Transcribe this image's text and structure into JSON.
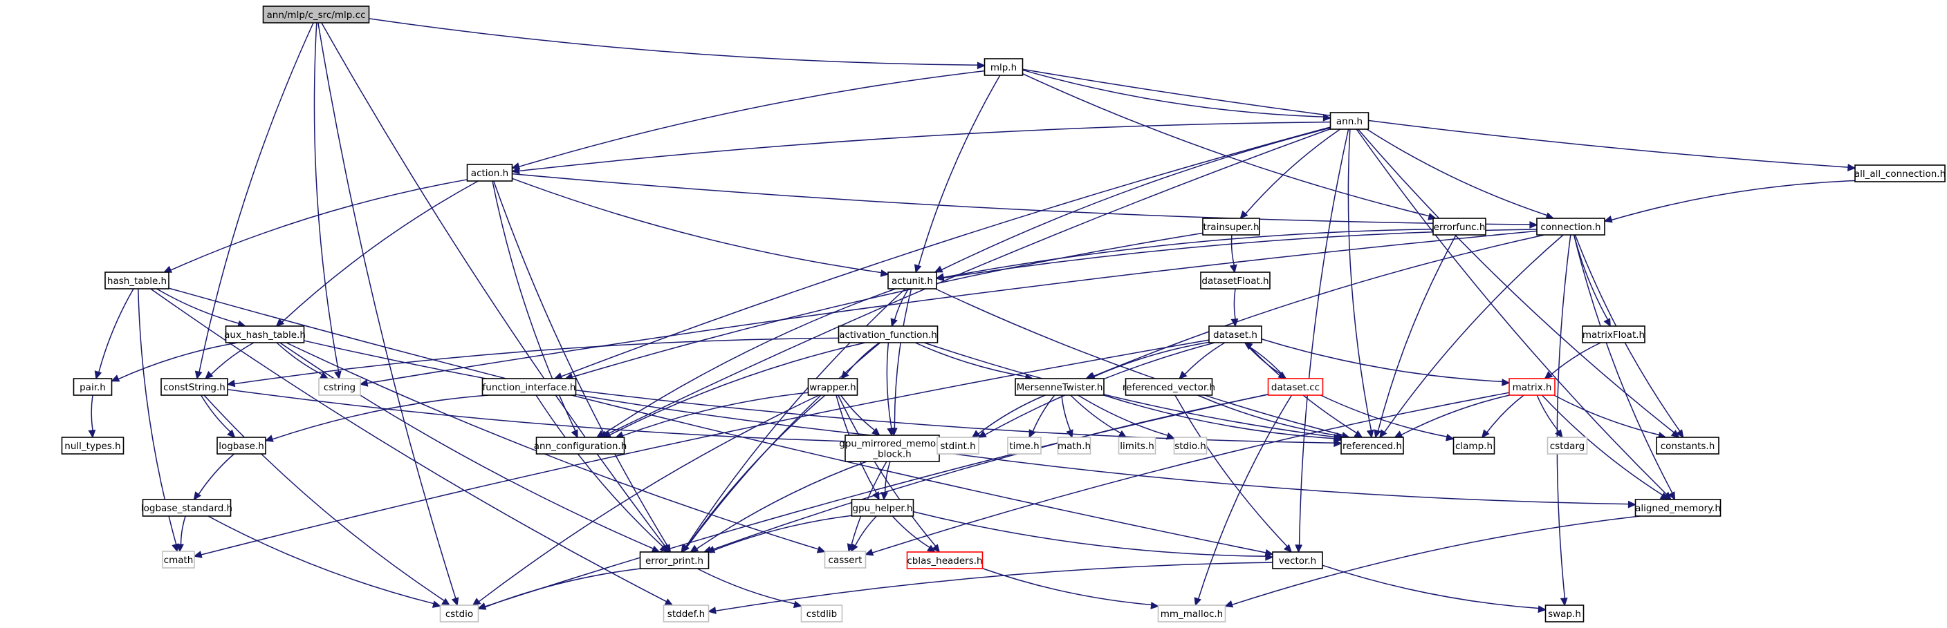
{
  "colors": {
    "edge": "#191970",
    "root_fill": "#bfbfbf",
    "node_fill": "#ffffff",
    "node_border": "#000000",
    "red_border": "#ff0000",
    "system_border": "#bfbfbf",
    "text": "#000000"
  },
  "nodes": [
    {
      "id": "mlp_cc",
      "label": "ann/mlp/c_src/mlp.cc",
      "style": "root"
    },
    {
      "id": "mlp_h",
      "label": "mlp.h",
      "style": "normal"
    },
    {
      "id": "ann_h",
      "label": "ann.h",
      "style": "normal"
    },
    {
      "id": "action_h",
      "label": "action.h",
      "style": "normal"
    },
    {
      "id": "all_all",
      "label": "all_all_connection.h",
      "style": "normal"
    },
    {
      "id": "trainsuper",
      "label": "trainsuper.h",
      "style": "normal"
    },
    {
      "id": "errorfunc",
      "label": "errorfunc.h",
      "style": "normal"
    },
    {
      "id": "connection",
      "label": "connection.h",
      "style": "normal"
    },
    {
      "id": "hash_table",
      "label": "hash_table.h",
      "style": "normal"
    },
    {
      "id": "actunit",
      "label": "actunit.h",
      "style": "normal"
    },
    {
      "id": "datasetFloat",
      "label": "datasetFloat.h",
      "style": "normal"
    },
    {
      "id": "aux_hash",
      "label": "aux_hash_table.h",
      "style": "normal"
    },
    {
      "id": "activation",
      "label": "activation_function.h",
      "style": "normal"
    },
    {
      "id": "dataset_h",
      "label": "dataset.h",
      "style": "normal"
    },
    {
      "id": "matrixFloat",
      "label": "matrixFloat.h",
      "style": "normal"
    },
    {
      "id": "pair_h",
      "label": "pair.h",
      "style": "normal"
    },
    {
      "id": "constString",
      "label": "constString.h",
      "style": "normal"
    },
    {
      "id": "cstring",
      "label": "cstring",
      "style": "system"
    },
    {
      "id": "function_if",
      "label": "function_interface.h",
      "style": "normal"
    },
    {
      "id": "wrapper",
      "label": "wrapper.h",
      "style": "normal"
    },
    {
      "id": "mersenne",
      "label": "MersenneTwister.h",
      "style": "normal"
    },
    {
      "id": "ref_vector",
      "label": "referenced_vector.h",
      "style": "normal"
    },
    {
      "id": "dataset_cc",
      "label": "dataset.cc",
      "style": "red"
    },
    {
      "id": "matrix_h",
      "label": "matrix.h",
      "style": "red"
    },
    {
      "id": "null_types",
      "label": "null_types.h",
      "style": "normal"
    },
    {
      "id": "logbase",
      "label": "logbase.h",
      "style": "normal"
    },
    {
      "id": "ann_config",
      "label": "ann_configuration.h",
      "style": "normal"
    },
    {
      "id": "gpu_mirrored",
      "label": "gpu_mirrored_memory\n_block.h",
      "style": "normal"
    },
    {
      "id": "stdint",
      "label": "stdint.h",
      "style": "system"
    },
    {
      "id": "time_h",
      "label": "time.h",
      "style": "system"
    },
    {
      "id": "math_h",
      "label": "math.h",
      "style": "system"
    },
    {
      "id": "limits_h",
      "label": "limits.h",
      "style": "system"
    },
    {
      "id": "stdio_h",
      "label": "stdio.h",
      "style": "system"
    },
    {
      "id": "referenced",
      "label": "referenced.h",
      "style": "normal"
    },
    {
      "id": "clamp",
      "label": "clamp.h",
      "style": "normal"
    },
    {
      "id": "cstdarg",
      "label": "cstdarg",
      "style": "system"
    },
    {
      "id": "constants",
      "label": "constants.h",
      "style": "normal"
    },
    {
      "id": "logbase_std",
      "label": "logbase_standard.h",
      "style": "normal"
    },
    {
      "id": "gpu_helper",
      "label": "gpu_helper.h",
      "style": "normal"
    },
    {
      "id": "aligned_mem",
      "label": "aligned_memory.h",
      "style": "normal"
    },
    {
      "id": "cmath",
      "label": "cmath",
      "style": "system"
    },
    {
      "id": "error_print",
      "label": "error_print.h",
      "style": "normal"
    },
    {
      "id": "cassert",
      "label": "cassert",
      "style": "system"
    },
    {
      "id": "cblas",
      "label": "cblas_headers.h",
      "style": "red"
    },
    {
      "id": "vector_h",
      "label": "vector.h",
      "style": "normal"
    },
    {
      "id": "cstdio",
      "label": "cstdio",
      "style": "system"
    },
    {
      "id": "stddef",
      "label": "stddef.h",
      "style": "system"
    },
    {
      "id": "cstdlib",
      "label": "cstdlib",
      "style": "system"
    },
    {
      "id": "mm_malloc",
      "label": "mm_malloc.h",
      "style": "system"
    },
    {
      "id": "swap_h",
      "label": "swap.h",
      "style": "normal"
    }
  ],
  "edges": [
    [
      "mlp_cc",
      "mlp_h"
    ],
    [
      "mlp_cc",
      "constString"
    ],
    [
      "mlp_cc",
      "cstring"
    ],
    [
      "mlp_cc",
      "error_print"
    ],
    [
      "mlp_cc",
      "cstdio"
    ],
    [
      "mlp_h",
      "ann_h"
    ],
    [
      "mlp_h",
      "action_h"
    ],
    [
      "mlp_h",
      "actunit"
    ],
    [
      "mlp_h",
      "errorfunc"
    ],
    [
      "mlp_h",
      "all_all"
    ],
    [
      "ann_h",
      "action_h"
    ],
    [
      "ann_h",
      "trainsuper"
    ],
    [
      "ann_h",
      "connection"
    ],
    [
      "ann_h",
      "actunit"
    ],
    [
      "ann_h",
      "function_if"
    ],
    [
      "ann_h",
      "ann_config"
    ],
    [
      "ann_h",
      "referenced"
    ],
    [
      "ann_h",
      "constants"
    ],
    [
      "ann_h",
      "aligned_mem"
    ],
    [
      "ann_h",
      "vector_h"
    ],
    [
      "action_h",
      "hash_table"
    ],
    [
      "action_h",
      "aux_hash"
    ],
    [
      "action_h",
      "actunit"
    ],
    [
      "action_h",
      "connection"
    ],
    [
      "action_h",
      "ann_config"
    ],
    [
      "action_h",
      "error_print"
    ],
    [
      "all_all",
      "connection"
    ],
    [
      "trainsuper",
      "datasetFloat"
    ],
    [
      "trainsuper",
      "function_if"
    ],
    [
      "errorfunc",
      "actunit"
    ],
    [
      "errorfunc",
      "referenced"
    ],
    [
      "connection",
      "actunit"
    ],
    [
      "connection",
      "mersenne"
    ],
    [
      "connection",
      "cstring"
    ],
    [
      "connection",
      "referenced"
    ],
    [
      "connection",
      "constants"
    ],
    [
      "connection",
      "aligned_mem"
    ],
    [
      "connection",
      "matrixFloat"
    ],
    [
      "connection",
      "swap_h"
    ],
    [
      "hash_table",
      "aux_hash"
    ],
    [
      "hash_table",
      "pair_h"
    ],
    [
      "hash_table",
      "cmath"
    ],
    [
      "hash_table",
      "stddef"
    ],
    [
      "hash_table",
      "vector_h"
    ],
    [
      "actunit",
      "activation"
    ],
    [
      "actunit",
      "ann_config"
    ],
    [
      "actunit",
      "gpu_mirrored"
    ],
    [
      "actunit",
      "error_print"
    ],
    [
      "actunit",
      "referenced"
    ],
    [
      "datasetFloat",
      "dataset_h"
    ],
    [
      "aux_hash",
      "pair_h"
    ],
    [
      "aux_hash",
      "constString"
    ],
    [
      "aux_hash",
      "cstring"
    ],
    [
      "aux_hash",
      "stdint"
    ],
    [
      "aux_hash",
      "error_print"
    ],
    [
      "aux_hash",
      "cassert"
    ],
    [
      "activation",
      "wrapper"
    ],
    [
      "activation",
      "mersenne"
    ],
    [
      "activation",
      "constString"
    ],
    [
      "activation",
      "ann_config"
    ],
    [
      "activation",
      "gpu_mirrored"
    ],
    [
      "activation",
      "error_print"
    ],
    [
      "activation",
      "referenced"
    ],
    [
      "dataset_h",
      "mersenne"
    ],
    [
      "dataset_h",
      "ref_vector"
    ],
    [
      "dataset_h",
      "dataset_cc"
    ],
    [
      "dataset_h",
      "matrix_h"
    ],
    [
      "dataset_h",
      "referenced"
    ],
    [
      "dataset_h",
      "stdint"
    ],
    [
      "dataset_h",
      "cmath"
    ],
    [
      "matrixFloat",
      "matrix_h"
    ],
    [
      "pair_h",
      "null_types"
    ],
    [
      "constString",
      "logbase"
    ],
    [
      "constString",
      "stdint"
    ],
    [
      "constString",
      "cstdio"
    ],
    [
      "function_if",
      "logbase"
    ],
    [
      "function_if",
      "referenced"
    ],
    [
      "function_if",
      "error_print"
    ],
    [
      "wrapper",
      "ann_config"
    ],
    [
      "wrapper",
      "gpu_mirrored"
    ],
    [
      "wrapper",
      "gpu_helper"
    ],
    [
      "wrapper",
      "cblas"
    ],
    [
      "wrapper",
      "error_print"
    ],
    [
      "wrapper",
      "cstdio"
    ],
    [
      "mersenne",
      "stdint"
    ],
    [
      "mersenne",
      "time_h"
    ],
    [
      "mersenne",
      "math_h"
    ],
    [
      "mersenne",
      "limits_h"
    ],
    [
      "mersenne",
      "stdio_h"
    ],
    [
      "mersenne",
      "referenced"
    ],
    [
      "ref_vector",
      "referenced"
    ],
    [
      "ref_vector",
      "vector_h"
    ],
    [
      "dataset_cc",
      "dataset_h"
    ],
    [
      "dataset_cc",
      "clamp"
    ],
    [
      "dataset_cc",
      "error_print"
    ],
    [
      "dataset_cc",
      "cstdio"
    ],
    [
      "dataset_cc",
      "mm_malloc"
    ],
    [
      "matrix_h",
      "referenced"
    ],
    [
      "matrix_h",
      "clamp"
    ],
    [
      "matrix_h",
      "cstdarg"
    ],
    [
      "matrix_h",
      "constants"
    ],
    [
      "matrix_h",
      "aligned_mem"
    ],
    [
      "matrix_h",
      "cassert"
    ],
    [
      "logbase",
      "logbase_std"
    ],
    [
      "logbase_std",
      "cmath"
    ],
    [
      "logbase_std",
      "cstdio"
    ],
    [
      "gpu_mirrored",
      "gpu_helper"
    ],
    [
      "gpu_mirrored",
      "cassert"
    ],
    [
      "gpu_mirrored",
      "error_print"
    ],
    [
      "gpu_mirrored",
      "aligned_mem"
    ],
    [
      "gpu_helper",
      "error_print"
    ],
    [
      "gpu_helper",
      "cassert"
    ],
    [
      "gpu_helper",
      "cblas"
    ],
    [
      "gpu_helper",
      "vector_h"
    ],
    [
      "aligned_mem",
      "mm_malloc"
    ],
    [
      "error_print",
      "cstdio"
    ],
    [
      "error_print",
      "cstdlib"
    ],
    [
      "cblas",
      "mm_malloc"
    ],
    [
      "vector_h",
      "stddef"
    ],
    [
      "vector_h",
      "swap_h"
    ]
  ]
}
